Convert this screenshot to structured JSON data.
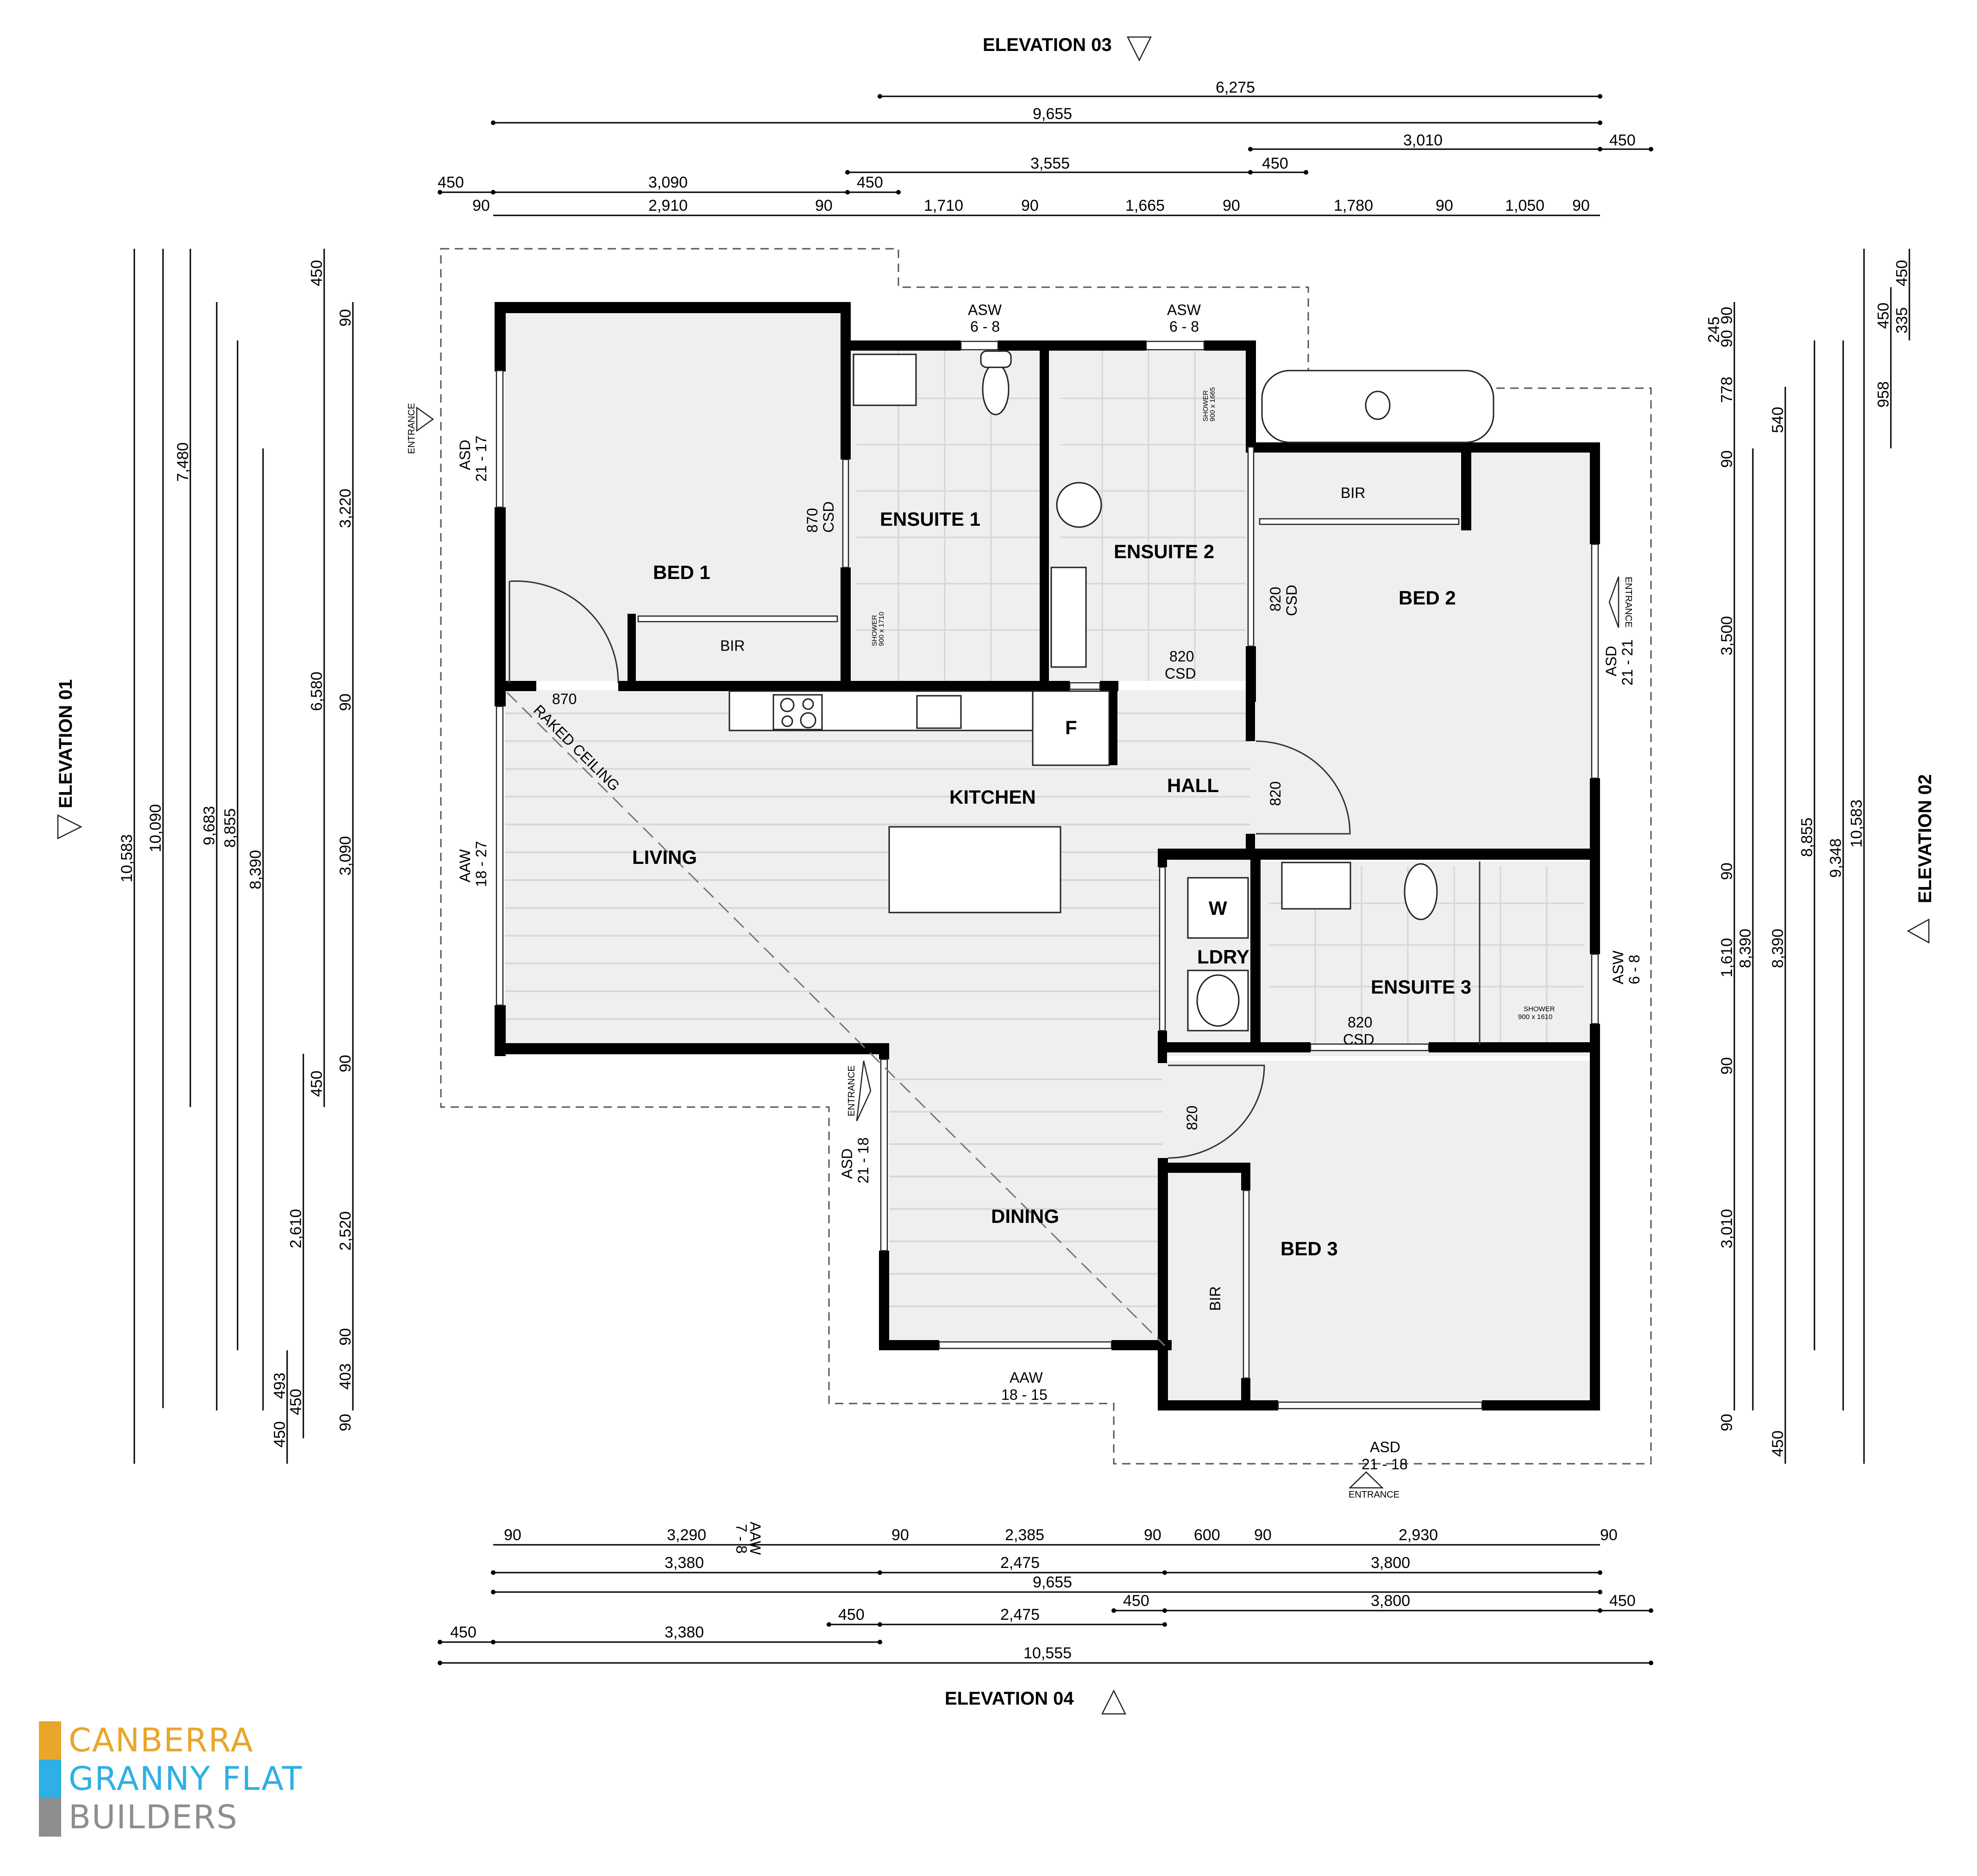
{
  "document": {
    "type": "floor-plan",
    "subject": "3 bedroom granny flat floor plan"
  },
  "elevations": {
    "top": "ELEVATION 03",
    "left": "ELEVATION 01",
    "right": "ELEVATION 02",
    "bottom": "ELEVATION 04"
  },
  "rooms": {
    "bed1": "BED 1",
    "bed2": "BED 2",
    "bed3": "BED 3",
    "ensuite1": "ENSUITE 1",
    "ensuite2": "ENSUITE 2",
    "ensuite3": "ENSUITE 3",
    "kitchen": "KITCHEN",
    "living": "LIVING",
    "dining": "DINING",
    "hall": "HALL",
    "laundry": "LDRY",
    "bir1": "BIR",
    "bir2": "BIR",
    "bir3": "BIR"
  },
  "fixtures": {
    "fridge": "F",
    "washer": "W",
    "raked_ceiling": "RAKED CEILING",
    "shower1": [
      "SHOWER",
      "900 x 1710"
    ],
    "shower2": [
      "SHOWER",
      "900 x 1665"
    ],
    "shower3": [
      "SHOWER",
      "900 x 1610"
    ]
  },
  "openings": {
    "bed1_window": [
      "ASD",
      "21 - 17"
    ],
    "living_window": [
      "AAW",
      "18 - 27"
    ],
    "ensuite1_window": [
      "ASW",
      "6 - 8"
    ],
    "ensuite2_window": [
      "ASW",
      "6 - 8"
    ],
    "bed2_door": [
      "ASD",
      "21 - 21"
    ],
    "ensuite3_window": [
      "ASW",
      "6 - 8"
    ],
    "dining_door": [
      "ASD",
      "21 - 18"
    ],
    "dining_window": [
      "AAW",
      "18 - 15"
    ],
    "bed3_door": [
      "ASD",
      "21 - 18"
    ],
    "kitchen_window": [
      "AAW",
      "7 - 8"
    ],
    "bed1_door_width": "870",
    "ensuite1_door": [
      "870",
      "CSD"
    ],
    "ensuite2_door_side": [
      "820",
      "CSD"
    ],
    "ensuite2_door_bottom": [
      "820",
      "CSD"
    ],
    "hall_door": "820",
    "ensuite3_door": [
      "820",
      "CSD"
    ],
    "bed3_door_swing": "820",
    "entrance": "ENTRANCE"
  },
  "dimensions": {
    "top": {
      "row1": [
        "6,275"
      ],
      "row2": [
        "9,655"
      ],
      "row3": [
        "3,010",
        "450"
      ],
      "row4": [
        "3,555",
        "450"
      ],
      "row5": [
        "450",
        "3,090",
        "450"
      ],
      "row6": [
        "90",
        "2,910",
        "90",
        "1,710",
        "90",
        "1,665",
        "90",
        "1,780",
        "90",
        "1,050",
        "90"
      ]
    },
    "bottom": {
      "row1": [
        "90",
        "3,290",
        "90",
        "2,385",
        "90",
        "600",
        "90",
        "2,930",
        "90"
      ],
      "row2": [
        "3,380",
        "2,475",
        "3,800"
      ],
      "row3": [
        "9,655"
      ],
      "row4": [
        "450",
        "3,800",
        "450"
      ],
      "row5": [
        "450",
        "2,475"
      ],
      "row6": [
        "450",
        "3,380"
      ],
      "row7": [
        "10,555"
      ]
    },
    "left": {
      "overall": [
        "10,583",
        "10,090",
        "7,480",
        "9,683",
        "8,855",
        "8,390"
      ],
      "col_a": [
        "450",
        "6,580",
        "450"
      ],
      "col_b": [
        "2,610",
        "450"
      ],
      "col_c": [
        "493",
        "450"
      ],
      "col_d": [
        "90",
        "3,220",
        "90",
        "3,090",
        "90",
        "2,520",
        "90",
        "403",
        "90"
      ]
    },
    "right": {
      "col_a": [
        "90",
        "245",
        "90",
        "778",
        "90",
        "3,500",
        "90",
        "1,610",
        "90",
        "3,010",
        "90"
      ],
      "col_b": [
        "8,390"
      ],
      "col_c": [
        "540",
        "8,390",
        "450"
      ],
      "col_d": [
        "8,855"
      ],
      "col_e": [
        "9,348"
      ],
      "col_f": [
        "10,583"
      ],
      "col_g": [
        "450",
        "958"
      ],
      "col_h": [
        "450",
        "335"
      ]
    }
  },
  "branding": {
    "line1": "CANBERRA",
    "line2": "GRANNY FLAT",
    "line3": "BUILDERS",
    "colors": {
      "orange": "#E9A62B",
      "blue": "#2EB0E4",
      "grey": "#8E8E8E"
    }
  }
}
